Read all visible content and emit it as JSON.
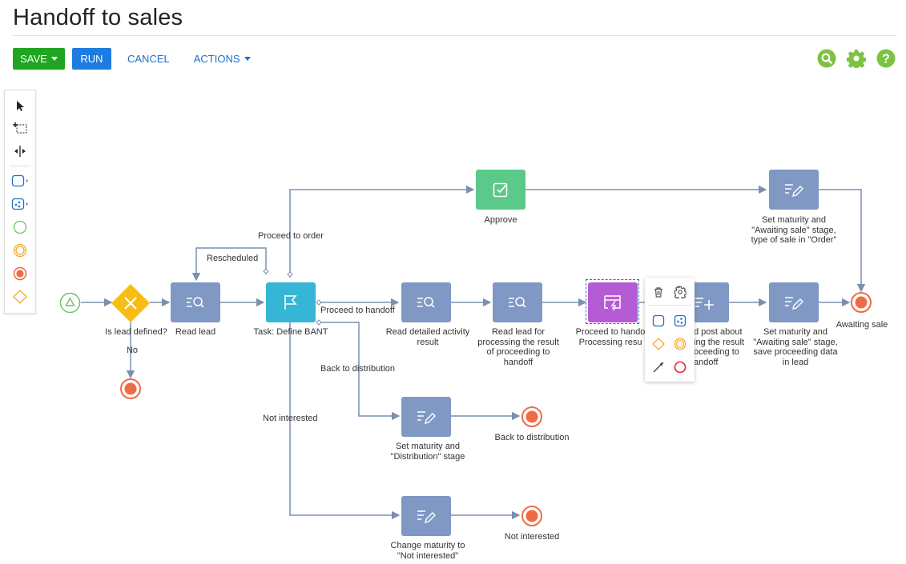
{
  "page": {
    "title": "Handoff to sales"
  },
  "toolbar": {
    "save_label": "SAVE",
    "run_label": "RUN",
    "cancel_label": "CANCEL",
    "actions_label": "ACTIONS"
  },
  "top_icons": [
    "search-icon",
    "gear-icon",
    "help-icon"
  ],
  "palette": [
    "pointer-tool",
    "lasso-select-tool",
    "space-tool",
    "task-element",
    "subprocess-element",
    "start-event",
    "intermediate-event",
    "end-event",
    "gateway"
  ],
  "colors": {
    "task": "#7f98c4",
    "active_task": "#35b6d6",
    "approve": "#5bc98a",
    "subprocess": "#b65bd6",
    "gateway": "#f7bd12",
    "end_event": "#f06b45",
    "start_event": "#6cc26c",
    "edge": "#7b90b0",
    "save": "#1fa51f",
    "run": "#1e7be0"
  },
  "diagram": {
    "nodes": {
      "approve": "Approve",
      "set_order": "Set maturity and \"Awaiting sale\" stage, type of sale in \"Order\"",
      "awaiting_sale": "Awaiting sale",
      "gateway": "Is lead defined?",
      "read_lead": "Read lead",
      "task_bant": "Task: Define BANT",
      "read_activity": "Read detailed activity result",
      "read_processing": "Read lead for processing the result of proceeding to handoff",
      "proceed_handoff": "Proceed to handoff Processing result",
      "add_post": "Add post about proceeding the result of proceeding to handoff",
      "set_save": "Set maturity and \"Awaiting sale\" stage, save proceeding data in lead",
      "set_distribution": "Set maturity and \"Distribution\" stage",
      "back_distribution_end": "Back to distribution",
      "change_maturity": "Change maturity to \"Not interested\"",
      "not_interested_end": "Not interested"
    },
    "node_labels": {
      "approve": "Approve",
      "set_order": "Set maturity and\n\"Awaiting sale\" stage,\ntype of sale in \"Order\"",
      "awaiting_sale": "Awaiting sale",
      "gateway": "Is lead defined?",
      "read_lead": "Read lead",
      "task_bant": "Task: Define BANT",
      "read_activity": "Read detailed activity\nresult",
      "read_processing": "Read lead for\nprocessing the result\nof proceeding to\nhandoff",
      "proceed_handoff": "Proceed to hando\nProcessing resu",
      "add_post": "d post about\ning the result\noceeding to\nandoff",
      "set_save": "Set maturity and\n\"Awaiting sale\" stage,\nsave proceeding data\nin lead",
      "set_distribution": "Set maturity and\n\"Distribution\" stage",
      "back_distribution_end": "Back to distribution",
      "change_maturity": "Change maturity to\n\"Not interested\"",
      "not_interested_end": "Not interested"
    },
    "edge_labels": {
      "proceed_to_order": "Proceed to order",
      "rescheduled": "Rescheduled",
      "proceed_to_handoff": "Proceed to handoff",
      "back_to_distribution": "Back to distribution",
      "not_interested": "Not interested",
      "no": "No"
    }
  },
  "context_menu": [
    "delete-icon",
    "settings-icon",
    "task-element",
    "subprocess-element",
    "gateway",
    "intermediate-event",
    "connector",
    "end-event"
  ]
}
